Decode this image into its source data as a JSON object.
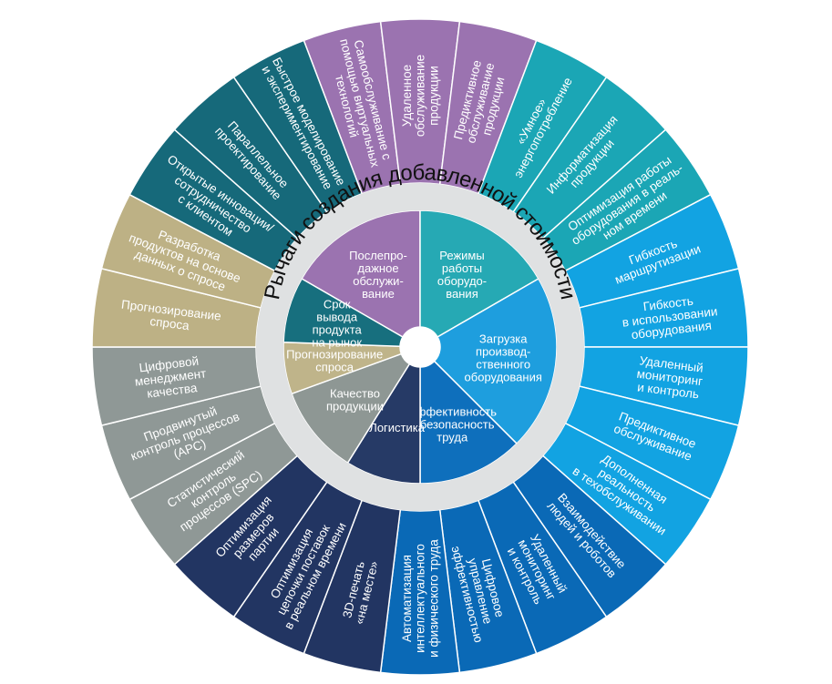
{
  "title": "Рычаги создания добавленной стоимости",
  "sectors": [
    {
      "id": "service",
      "label": [
        "Послепро-",
        "дажное",
        "обслужи-",
        "вание"
      ],
      "color": "#9b73b0",
      "outer_color": "#9b73b0"
    },
    {
      "id": "modes",
      "label": [
        "Режимы",
        "работы",
        "оборудо-",
        "вания"
      ],
      "color": "#26a9b4",
      "outer_color": "#1ba6b5"
    },
    {
      "id": "utilization",
      "label": [
        "Загрузка",
        "производ-",
        "ственного",
        "оборудования"
      ],
      "color": "#1e9ede",
      "outer_color": "#12a3e2"
    },
    {
      "id": "labor",
      "label": [
        "Эффективность",
        "и безопасность",
        "труда"
      ],
      "color": "#0e6fbc",
      "outer_color": "#0a69b6"
    },
    {
      "id": "logistics",
      "label": [
        "Логистика"
      ],
      "color": "#263a66",
      "outer_color": "#223562"
    },
    {
      "id": "quality",
      "label": [
        "Качество",
        "продукции"
      ],
      "color": "#8e9794",
      "outer_color": "#8f9896"
    },
    {
      "id": "demand",
      "label": [
        "Прогнозирование",
        "спроса"
      ],
      "color": "#bfb48a",
      "outer_color": "#bdb185"
    },
    {
      "id": "ttm",
      "label": [
        "Срок",
        "вывода",
        "продукта",
        "на рынок"
      ],
      "color": "#176f7e",
      "outer_color": "#16697a"
    }
  ],
  "items": [
    {
      "sector": "service",
      "label": [
        "Самообслуживание с",
        "помощью виртуальных",
        "технологий"
      ]
    },
    {
      "sector": "service",
      "label": [
        "Удаленное",
        "обслуживание",
        "продукции"
      ]
    },
    {
      "sector": "service",
      "label": [
        "Предиктивное",
        "обслуживание",
        "продукции"
      ]
    },
    {
      "sector": "modes",
      "label": [
        "«Умное»",
        "энергопотребление"
      ]
    },
    {
      "sector": "modes",
      "label": [
        "Информатизация",
        "продукции"
      ]
    },
    {
      "sector": "modes",
      "label": [
        "Оптимизация работы",
        "оборудования в реаль-",
        "ном времени"
      ]
    },
    {
      "sector": "utilization",
      "label": [
        "Гибкость",
        "маршрутизации"
      ]
    },
    {
      "sector": "utilization",
      "label": [
        "Гибкость",
        "в использовании",
        "оборудования"
      ]
    },
    {
      "sector": "utilization",
      "label": [
        "Удаленный",
        "мониторинг",
        "и контроль"
      ]
    },
    {
      "sector": "utilization",
      "label": [
        "Предиктивное",
        "обслуживание"
      ]
    },
    {
      "sector": "utilization",
      "label": [
        "Дополненная",
        "реальность",
        "в техобслуживании"
      ]
    },
    {
      "sector": "labor",
      "label": [
        "Взаимодействие",
        "людей и роботов"
      ]
    },
    {
      "sector": "labor",
      "label": [
        "Удаленный",
        "мониторинг",
        "и контроль"
      ]
    },
    {
      "sector": "labor",
      "label": [
        "Цифровое",
        "управление",
        "эффективностью"
      ]
    },
    {
      "sector": "labor",
      "label": [
        "Автоматизация",
        "интеллектуального",
        "и физического труда"
      ]
    },
    {
      "sector": "logistics",
      "label": [
        "3D-печать",
        "«на месте»"
      ]
    },
    {
      "sector": "logistics",
      "label": [
        "Оптимизация",
        "цепочки поставок",
        "в реальном времени"
      ]
    },
    {
      "sector": "logistics",
      "label": [
        "Оптимизация",
        "размеров",
        "партии"
      ]
    },
    {
      "sector": "quality",
      "label": [
        "Статистический",
        "контроль",
        "процессов (SPC)"
      ]
    },
    {
      "sector": "quality",
      "label": [
        "Продвинутый",
        "контроль процессов",
        "(APC)"
      ]
    },
    {
      "sector": "quality",
      "label": [
        "Цифровой",
        "менеджмент",
        "качества"
      ]
    },
    {
      "sector": "demand",
      "label": [
        "Прогнозирование",
        "спроса"
      ]
    },
    {
      "sector": "demand",
      "label": [
        "Разработка",
        "продуктов на основе",
        "данных о спросе"
      ]
    },
    {
      "sector": "ttm",
      "label": [
        "Открытые инновации/",
        "сотрудничество",
        "с клиентом"
      ]
    },
    {
      "sector": "ttm",
      "label": [
        "Параллельное",
        "проектирование"
      ]
    },
    {
      "sector": "ttm",
      "label": [
        "Быстрое моделирование",
        "и экспериментирование"
      ]
    }
  ],
  "ring_color": "#dfe1e2"
}
